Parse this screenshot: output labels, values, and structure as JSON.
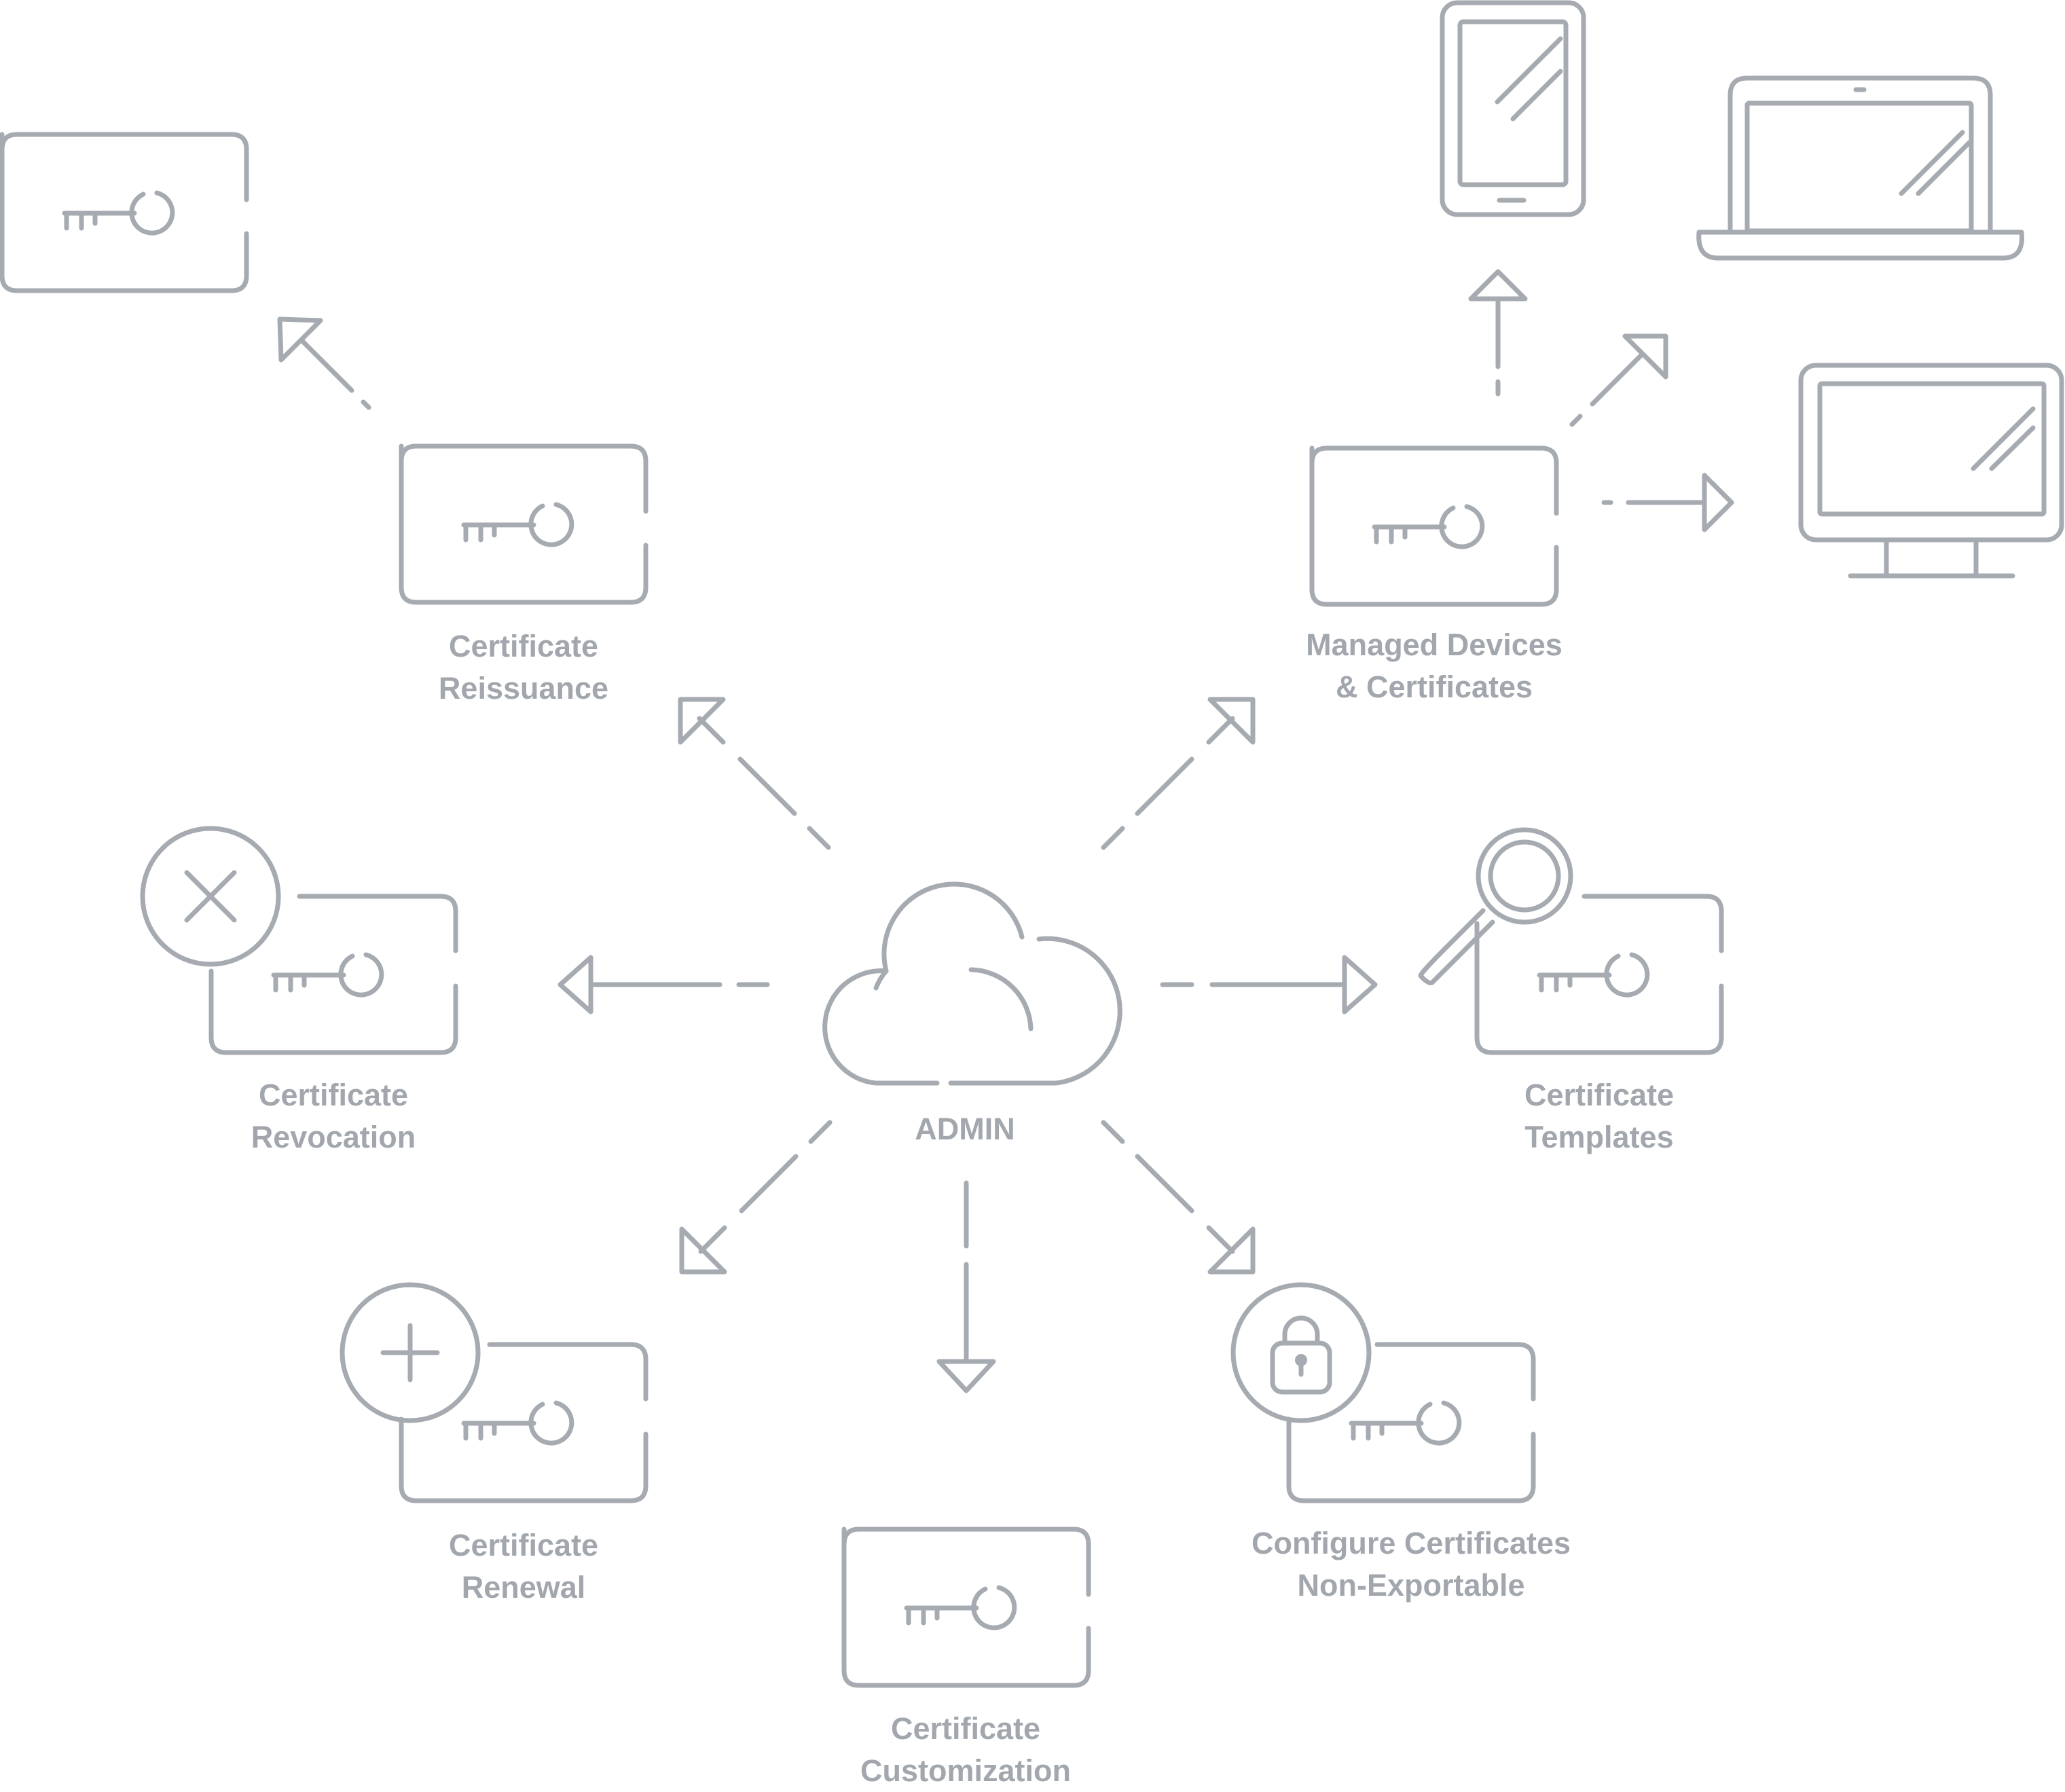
{
  "center": {
    "label": "ADMIN",
    "icon": "cloud-icon"
  },
  "nodes": {
    "reissuance": {
      "line1": "Certificate",
      "line2": "Reissuance",
      "icon": "key-card-icon"
    },
    "revocation": {
      "line1": "Certificate",
      "line2": "Revocation",
      "icon": "key-card-revoke-icon"
    },
    "renewal": {
      "line1": "Certificate",
      "line2": "Renewal",
      "icon": "key-card-add-icon"
    },
    "customization": {
      "line1": "Certificate",
      "line2": "Customization",
      "icon": "key-card-icon"
    },
    "non_exportable": {
      "line1": "Configure Certificates",
      "line2": "Non-Exportable",
      "icon": "key-card-lock-icon"
    },
    "templates": {
      "line1": "Certificate",
      "line2": "Templates",
      "icon": "key-card-search-icon"
    },
    "managed_devices": {
      "line1": "Managed Devices",
      "line2": "& Certificates",
      "icon": "key-card-icon"
    }
  },
  "devices": [
    "smartphone-icon",
    "laptop-icon",
    "desktop-monitor-icon"
  ],
  "colors": {
    "stroke": "#a6aab1",
    "text": "#a2a7ae",
    "background": "#ffffff"
  }
}
